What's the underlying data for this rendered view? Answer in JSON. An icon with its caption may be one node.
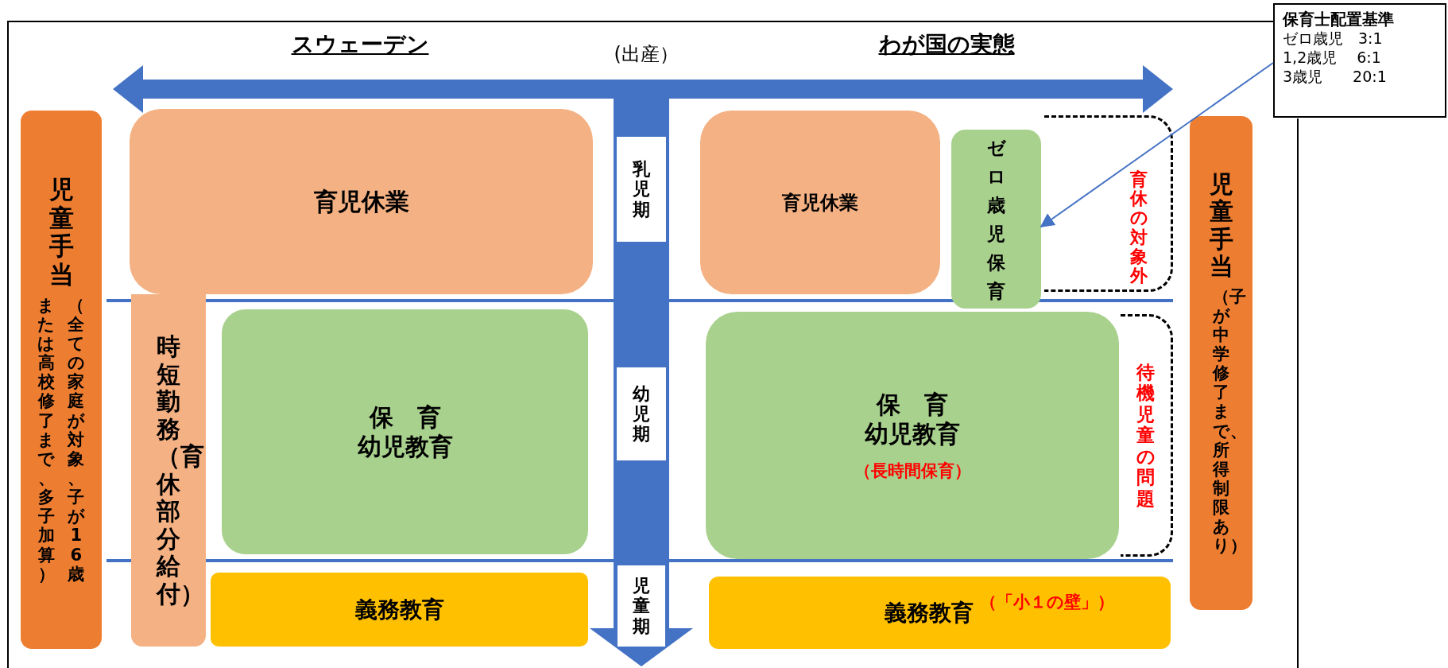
{
  "diagram": {
    "nodes": [
      {
        "text": [
          "児童手当",
          "（全ての家庭が対象、子が16歳または高校修了まで、多子加算）"
        ]
      },
      {
        "text": [
          "育児休業"
        ]
      },
      {
        "text": [
          "時短勤務（育休部分給付）"
        ]
      },
      {
        "text": [
          "保　育",
          "幼児教育"
        ]
      },
      {
        "text": [
          "義務教育"
        ]
      },
      {
        "text": [
          "乳児期"
        ]
      },
      {
        "text": [
          "幼児期"
        ]
      },
      {
        "text": [
          "児童期"
        ]
      },
      {
        "text": [
          "育児休業"
        ]
      },
      {
        "text": [
          "育休の対象外"
        ]
      },
      {
        "text": [
          "ゼロ歳児保育"
        ]
      },
      {
        "text": [
          "保　育",
          "幼児教育",
          "（長時間保育）"
        ]
      },
      {
        "text": [
          "待機児童の問題"
        ]
      },
      {
        "text": [
          "義務教育",
          "（「小１の壁」）"
        ]
      },
      {
        "text": [
          "児童手当",
          "（子が中学修了まで、所得制限あり）"
        ]
      },
      {
        "text": [
          "保育士配置基準",
          "ゼロ歳児　3:1",
          "1,2歳児　 6:1",
          "3歳児　　20:1"
        ]
      }
    ],
    "edges": [
      {
        "from": 15,
        "to": 10,
        "arrow": "to"
      }
    ],
    "labels": [
      "スウェーデン",
      "(出産）",
      "わが国の実態"
    ]
  }
}
